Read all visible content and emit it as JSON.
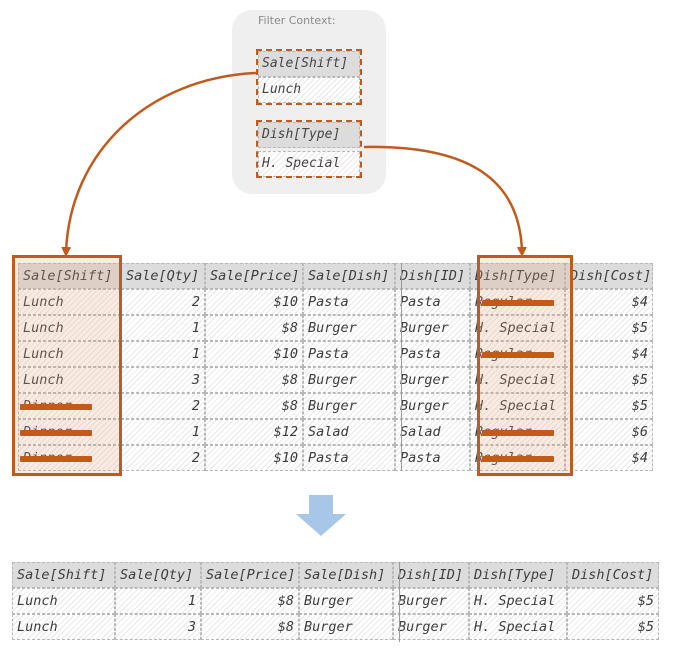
{
  "filter_context": {
    "title": "Filter Context:",
    "filters": [
      {
        "column": "Sale[Shift]",
        "value": "Lunch"
      },
      {
        "column": "Dish[Type]",
        "value": "H. Special"
      }
    ]
  },
  "source_table": {
    "sale_headers": [
      "Sale[Shift]",
      "Sale[Qty]",
      "Sale[Price]",
      "Sale[Dish]"
    ],
    "dish_headers": [
      "Dish[ID]",
      "Dish[Type]",
      "Dish[Cost]"
    ],
    "rows": [
      [
        "Lunch",
        "2",
        "$10",
        "Pasta",
        "Pasta",
        "Regular",
        "$4"
      ],
      [
        "Lunch",
        "1",
        "$8",
        "Burger",
        "Burger",
        "H. Special",
        "$5"
      ],
      [
        "Lunch",
        "1",
        "$10",
        "Pasta",
        "Pasta",
        "Regular",
        "$4"
      ],
      [
        "Lunch",
        "3",
        "$8",
        "Burger",
        "Burger",
        "H. Special",
        "$5"
      ],
      [
        "Dinner",
        "2",
        "$8",
        "Burger",
        "Burger",
        "H. Special",
        "$5"
      ],
      [
        "Dinner",
        "1",
        "$12",
        "Salad",
        "Salad",
        "Regular",
        "$6"
      ],
      [
        "Dinner",
        "2",
        "$10",
        "Pasta",
        "Pasta",
        "Regular",
        "$4"
      ]
    ]
  },
  "result_table": {
    "sale_headers": [
      "Sale[Shift]",
      "Sale[Qty]",
      "Sale[Price]",
      "Sale[Dish]"
    ],
    "dish_headers": [
      "Dish[ID]",
      "Dish[Type]",
      "Dish[Cost]"
    ],
    "rows": [
      [
        "Lunch",
        "1",
        "$8",
        "Burger",
        "Burger",
        "H. Special",
        "$5"
      ],
      [
        "Lunch",
        "3",
        "$8",
        "Burger",
        "Burger",
        "H. Special",
        "$5"
      ]
    ]
  },
  "colors": {
    "accent": "#c15a1c",
    "flow_arrow": "#a7c6e8",
    "header_bg": "#dcdcdc",
    "context_bg": "#efefef"
  }
}
